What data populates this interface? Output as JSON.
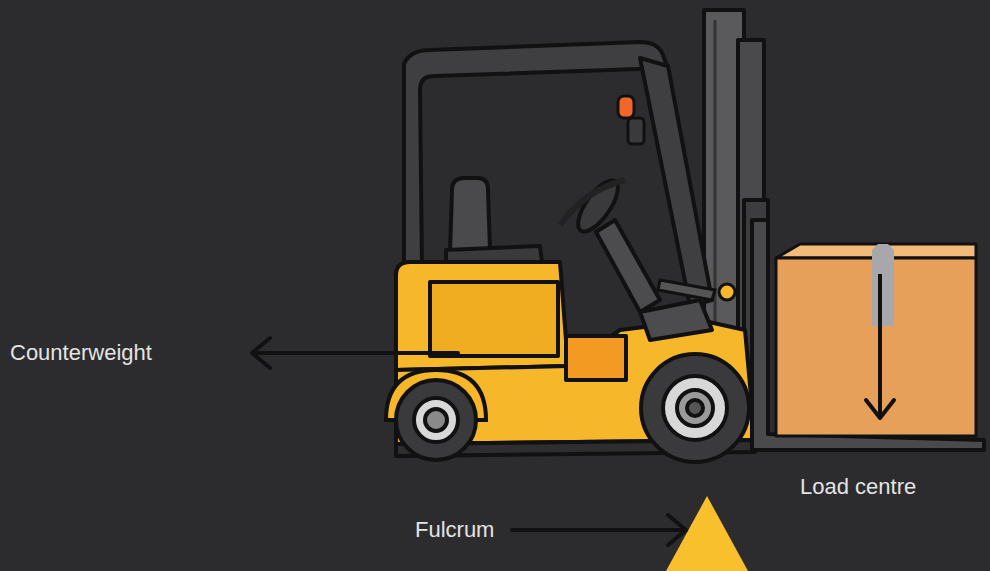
{
  "diagram": {
    "labels": [
      "Counterweight",
      "Load centre",
      "Fulcrum"
    ]
  }
}
